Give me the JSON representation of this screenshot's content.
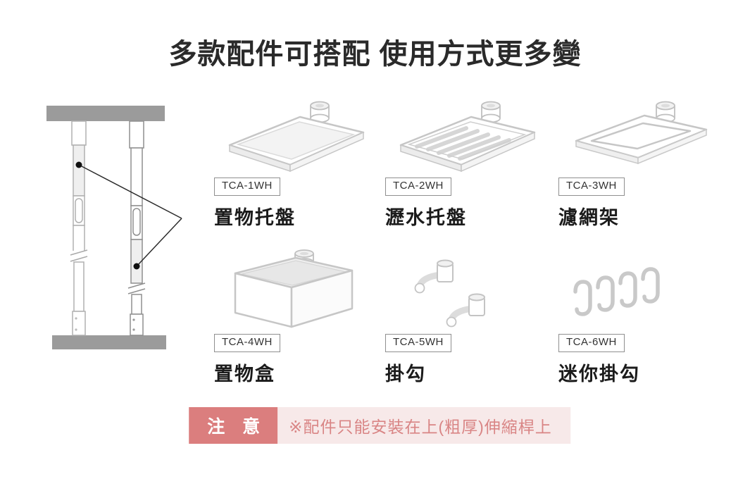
{
  "page": {
    "title": "多款配件可搭配 使用方式更多變"
  },
  "products": [
    {
      "model": "TCA-1WH",
      "name": "置物托盤",
      "art": "tray-icon"
    },
    {
      "model": "TCA-2WH",
      "name": "瀝水托盤",
      "art": "drain-tray-icon"
    },
    {
      "model": "TCA-3WH",
      "name": "濾網架",
      "art": "mesh-frame-icon"
    },
    {
      "model": "TCA-4WH",
      "name": "置物盒",
      "art": "storage-box-icon"
    },
    {
      "model": "TCA-5WH",
      "name": "掛勾",
      "art": "hook-icon"
    },
    {
      "model": "TCA-6WH",
      "name": "迷你掛勾",
      "art": "mini-hooks-icon"
    }
  ],
  "notice": {
    "badge": "注 意",
    "text": "※配件只能安裝在上(粗厚)伸縮桿上"
  },
  "colors": {
    "notice_accent": "#db7e7e",
    "notice_bg": "#f7e9e9",
    "notice_text": "#d98585",
    "title": "#2a2a2a",
    "line_art": "#c6c6c6",
    "ceiling_bar": "#9b9b9b"
  }
}
